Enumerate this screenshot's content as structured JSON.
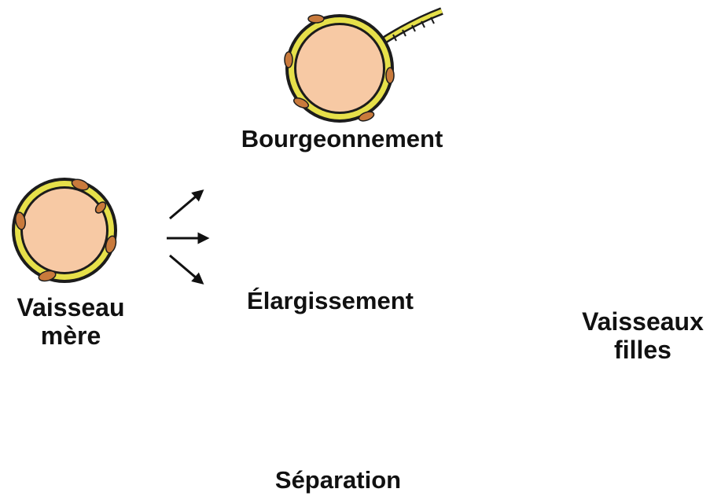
{
  "labels": {
    "mother_line1": "Vaisseau",
    "mother_line2": "mère",
    "budding": "Bourgeonnement",
    "enlargement": "Élargissement",
    "separation": "Séparation",
    "daughters_line1": "Vaisseaux",
    "daughters_line2": "filles"
  },
  "colors": {
    "lumen": "#f7c9a4",
    "wall_outline": "#1c1c1c",
    "endothelium": "#e6e04a",
    "cell_nucleus": "#c97a3c",
    "protease": "#d9483a",
    "arrow": "#111111",
    "text": "#111111",
    "background": "#ffffff"
  }
}
